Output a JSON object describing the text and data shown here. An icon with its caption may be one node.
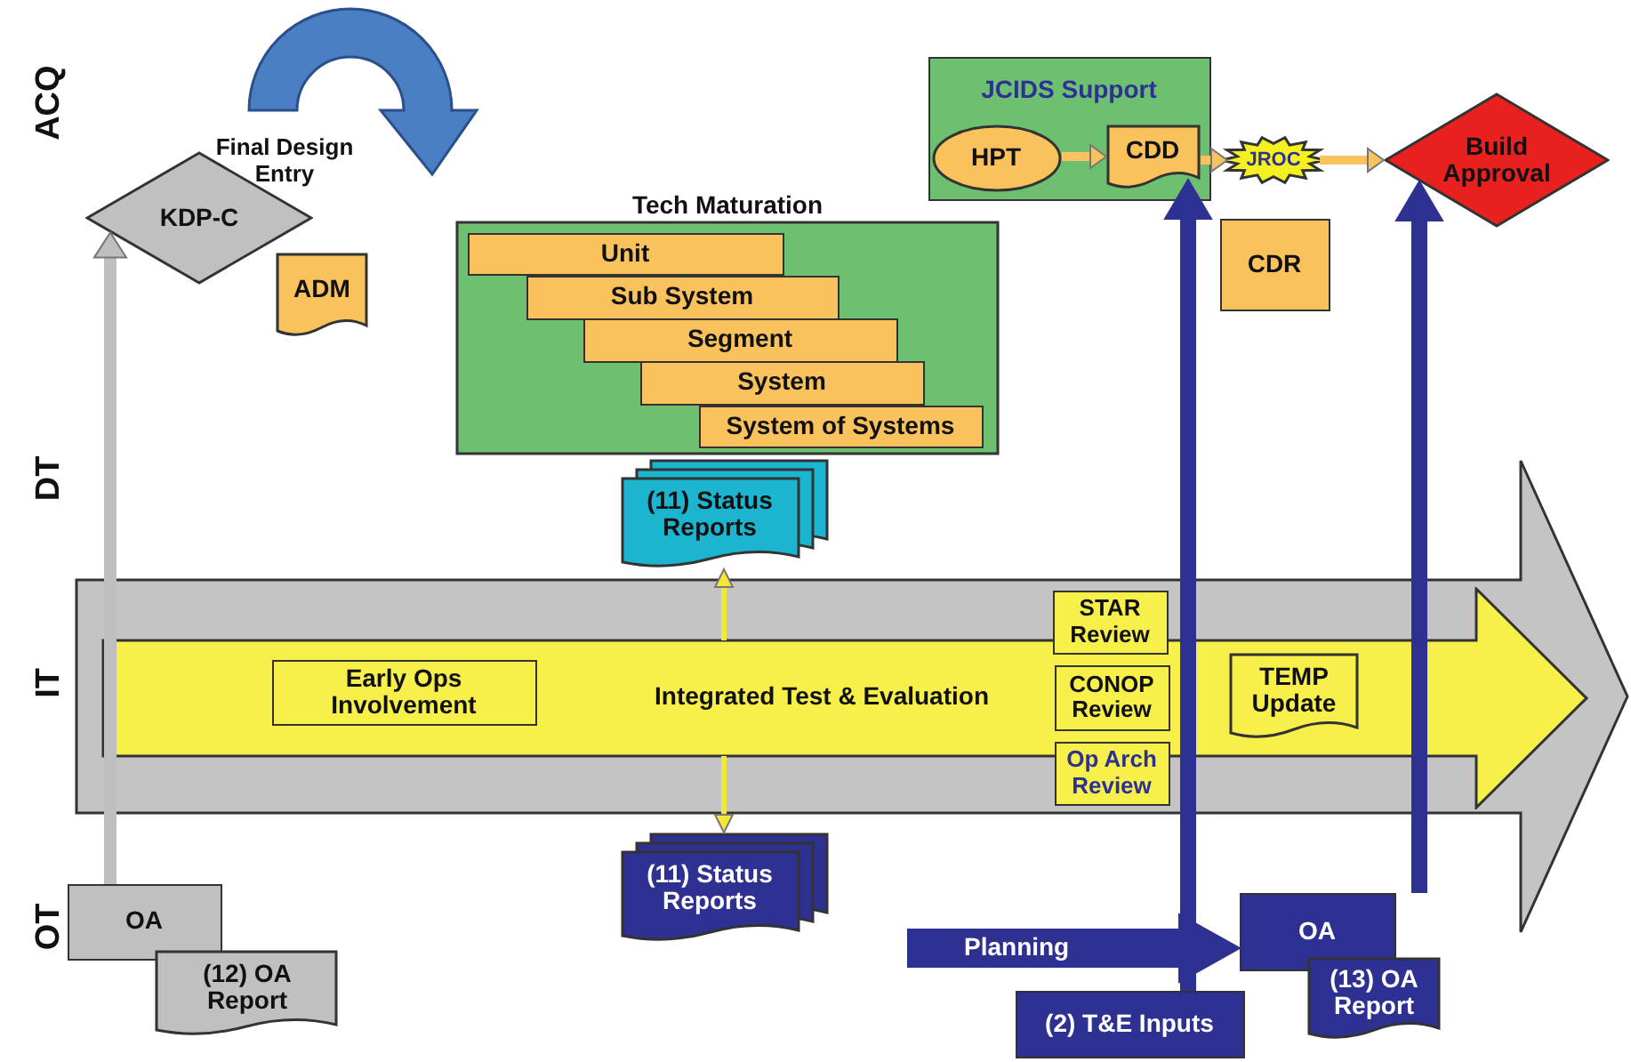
{
  "diagram": {
    "nodes": [
      {
        "text": [
          "KDP-C"
        ]
      },
      {
        "text": [
          "ADM"
        ]
      },
      {
        "text": [
          "Tech Maturation"
        ]
      },
      {
        "text": [
          "Unit"
        ],
        "in": 2
      },
      {
        "text": [
          "Sub System"
        ],
        "in": 2
      },
      {
        "text": [
          "Segment"
        ],
        "in": 2
      },
      {
        "text": [
          "System"
        ],
        "in": 2
      },
      {
        "text": [
          "System of Systems"
        ],
        "in": 2
      },
      {
        "text": [
          "(11) Status Reports"
        ]
      },
      {
        "text": [
          "JCIDS Support"
        ]
      },
      {
        "text": [
          "HPT"
        ],
        "in": 9
      },
      {
        "text": [
          "CDD"
        ],
        "in": 9
      },
      {
        "text": [
          "JROC"
        ]
      },
      {
        "text": [
          "Build Approval"
        ]
      },
      {
        "text": [
          "CDR"
        ]
      },
      {
        "text": [],
        "shape": "arrow"
      },
      {
        "text": [
          "Integrated Test & Evaluation"
        ],
        "in": 15
      },
      {
        "text": [
          "Early Ops Involvement"
        ],
        "in": 16
      },
      {
        "text": [
          "STAR Review"
        ],
        "in": 15
      },
      {
        "text": [
          "CONOP Review"
        ],
        "in": 16
      },
      {
        "text": [
          "Op Arch Review"
        ],
        "in": 15
      },
      {
        "text": [
          "TEMP Update"
        ],
        "in": 16
      },
      {
        "text": [
          "(11) Status Reports"
        ]
      },
      {
        "text": [
          "OA"
        ]
      },
      {
        "text": [
          "(12) OA Report"
        ]
      },
      {
        "text": [
          "OA"
        ]
      },
      {
        "text": [
          "(13) OA Report"
        ]
      },
      {
        "text": [
          "(2) T&E Inputs"
        ]
      }
    ],
    "edges": [
      {
        "from": 23,
        "to": 0,
        "arrow": "to",
        "color": "#bfbfbf"
      },
      {
        "from": 16,
        "to": 8,
        "arrow": "to",
        "color": "#f2e83a"
      },
      {
        "from": 16,
        "to": 22,
        "arrow": "to",
        "color": "#f2e83a"
      },
      {
        "from": 10,
        "to": 11,
        "arrow": "to",
        "color": "#f9c25c"
      },
      {
        "from": 11,
        "to": 12,
        "arrow": "to",
        "color": "#f9c25c"
      },
      {
        "from": 12,
        "to": 13,
        "arrow": "to",
        "color": "#f9c25c"
      },
      {
        "from": 27,
        "to": 11,
        "arrow": "to",
        "style": "thick",
        "color": "#2e3192"
      },
      {
        "from": 25,
        "to": 13,
        "arrow": "to",
        "style": "thick",
        "color": "#2e3192"
      },
      {
        "from": null,
        "to": 25,
        "arrow": "to",
        "label": "Planning",
        "style": "thick",
        "color": "#2e3192"
      }
    ],
    "labels": [
      "ACQ",
      "Final Design Entry",
      "DT",
      "IT",
      "OT"
    ]
  }
}
